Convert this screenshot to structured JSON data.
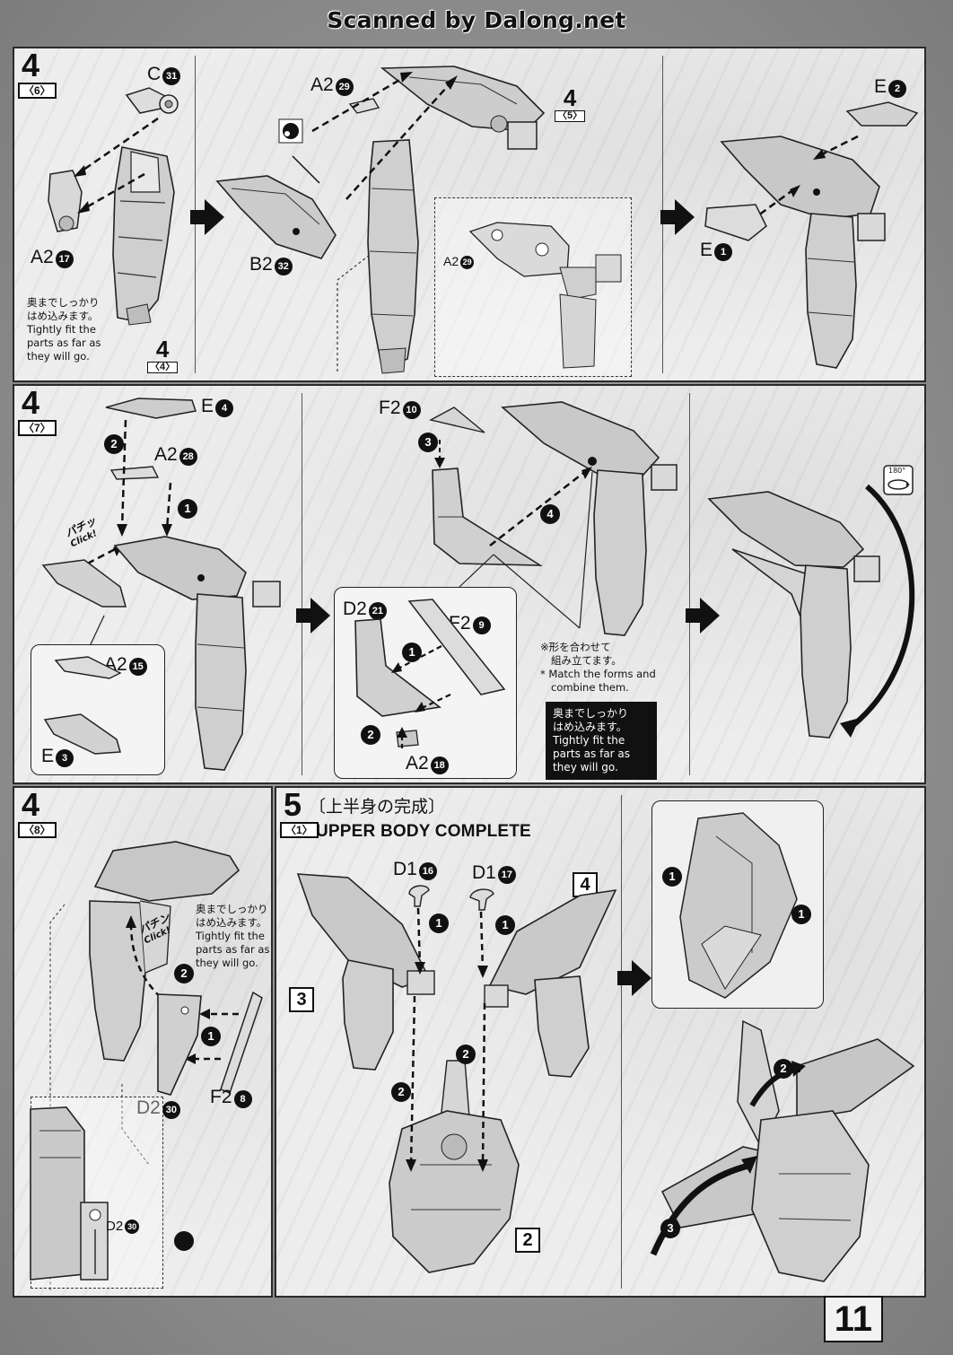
{
  "watermark": "Scanned by Dalong.net",
  "page_number": "11",
  "panel1": {
    "step": "4",
    "sub": "〈6〉",
    "labels": {
      "c31": "C",
      "c31_num": "31",
      "a2_17": "A2",
      "a2_17_num": "17",
      "a2_29": "A2",
      "a2_29_num": "29",
      "b2_32": "B2",
      "b2_32_num": "32",
      "a2_29_inset": "A2",
      "a2_29_inset_num": "29",
      "e2": "E",
      "e2_num": "2",
      "e1": "E",
      "e1_num": "1"
    },
    "ref_a": {
      "n": "4",
      "s": "〈5〉"
    },
    "ref_b": {
      "n": "4",
      "s": "〈4〉"
    },
    "note_jp_1": "奥までしっかり",
    "note_jp_2": "はめ込みます。",
    "note_en_1": "Tightly fit the",
    "note_en_2": "parts as far as",
    "note_en_3": "they will go."
  },
  "panel2": {
    "step": "4",
    "sub": "〈7〉",
    "labels": {
      "e4": "E",
      "e4_num": "4",
      "a2_28": "A2",
      "a2_28_num": "28",
      "a2_15": "A2",
      "a2_15_num": "15",
      "e3": "E",
      "e3_num": "3",
      "f2_10": "F2",
      "f2_10_num": "10",
      "d2_21": "D2",
      "d2_21_num": "21",
      "f2_9": "F2",
      "f2_9_num": "9",
      "a2_18": "A2",
      "a2_18_num": "18"
    },
    "click_jp": "パチッ",
    "click_en": "Click!",
    "note_jp_1": "※形を合わせて",
    "note_jp_2": "組み立てます。",
    "note_en_1": "* Match the forms and",
    "note_en_2": "combine them.",
    "dark_jp_1": "奥までしっかり",
    "dark_jp_2": "はめ込みます。",
    "dark_en_1": "Tightly fit the",
    "dark_en_2": "parts as far as",
    "dark_en_3": "they will go.",
    "rotate": "180°"
  },
  "panel3": {
    "step": "4",
    "sub": "〈8〉",
    "labels": {
      "d2_30": "D2",
      "d2_30_num": "30",
      "f2_8": "F2",
      "f2_8_num": "8",
      "d2_30_inset": "D2",
      "d2_30_inset_num": "30"
    },
    "click_jp": "パチン",
    "click_en": "Click!",
    "note_jp_1": "奥までしっかり",
    "note_jp_2": "はめ込みます。",
    "note_en_1": "Tightly fit the",
    "note_en_2": "parts as far as",
    "note_en_3": "they will go."
  },
  "panel4": {
    "step": "5",
    "sub": "〈1〉",
    "title_jp": "〔上半身の完成〕",
    "title_en": "UPPER BODY COMPLETE",
    "labels": {
      "d1_16": "D1",
      "d1_16_num": "16",
      "d1_17": "D1",
      "d1_17_num": "17"
    },
    "callout_3": "3",
    "callout_4": "4",
    "callout_2": "2"
  }
}
